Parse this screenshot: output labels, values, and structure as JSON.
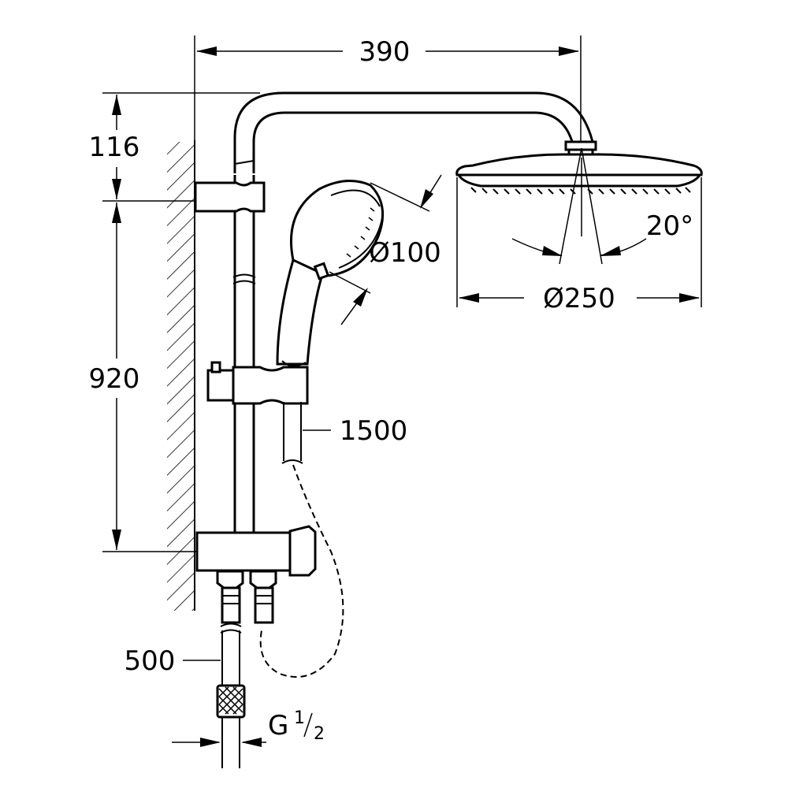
{
  "dimensions": {
    "arm_length": "390",
    "arm_height": "116",
    "rail_height": "920",
    "hand_shower_diameter": "Ø100",
    "head_shower_diameter": "Ø250",
    "head_tilt_angle": "20°",
    "hose_length": "1500",
    "supply_hose_length": "500",
    "connection_thread": "G",
    "connection_fraction_num": "1",
    "connection_fraction_den": "2"
  },
  "colors": {
    "line": "#000000",
    "background": "#ffffff"
  }
}
